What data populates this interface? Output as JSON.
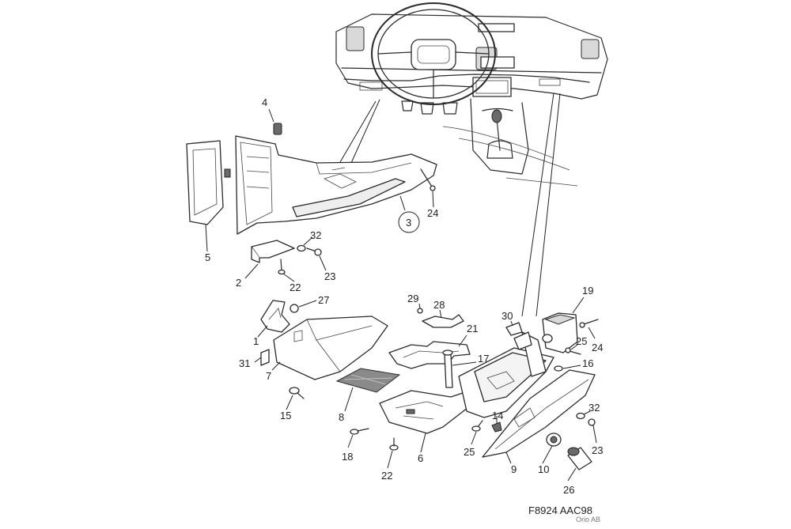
{
  "figure_id": "F8924 AAC98",
  "credit": "Orio AB",
  "callouts": {
    "c1": "1",
    "c2": "2",
    "c3": "3",
    "c4": "4",
    "c5": "5",
    "c6": "6",
    "c7": "7",
    "c8": "8",
    "c9": "9",
    "c10": "10",
    "c14": "14",
    "c15": "15",
    "c16": "16",
    "c17": "17",
    "c18": "18",
    "c19": "19",
    "c21": "21",
    "c22a": "22",
    "c22b": "22",
    "c23a": "23",
    "c23b": "23",
    "c24a": "24",
    "c24b": "24",
    "c25a": "25",
    "c25b": "25",
    "c26": "26",
    "c27": "27",
    "c28": "28",
    "c29": "29",
    "c30": "30",
    "c31": "31",
    "c32a": "32",
    "c32b": "32"
  }
}
